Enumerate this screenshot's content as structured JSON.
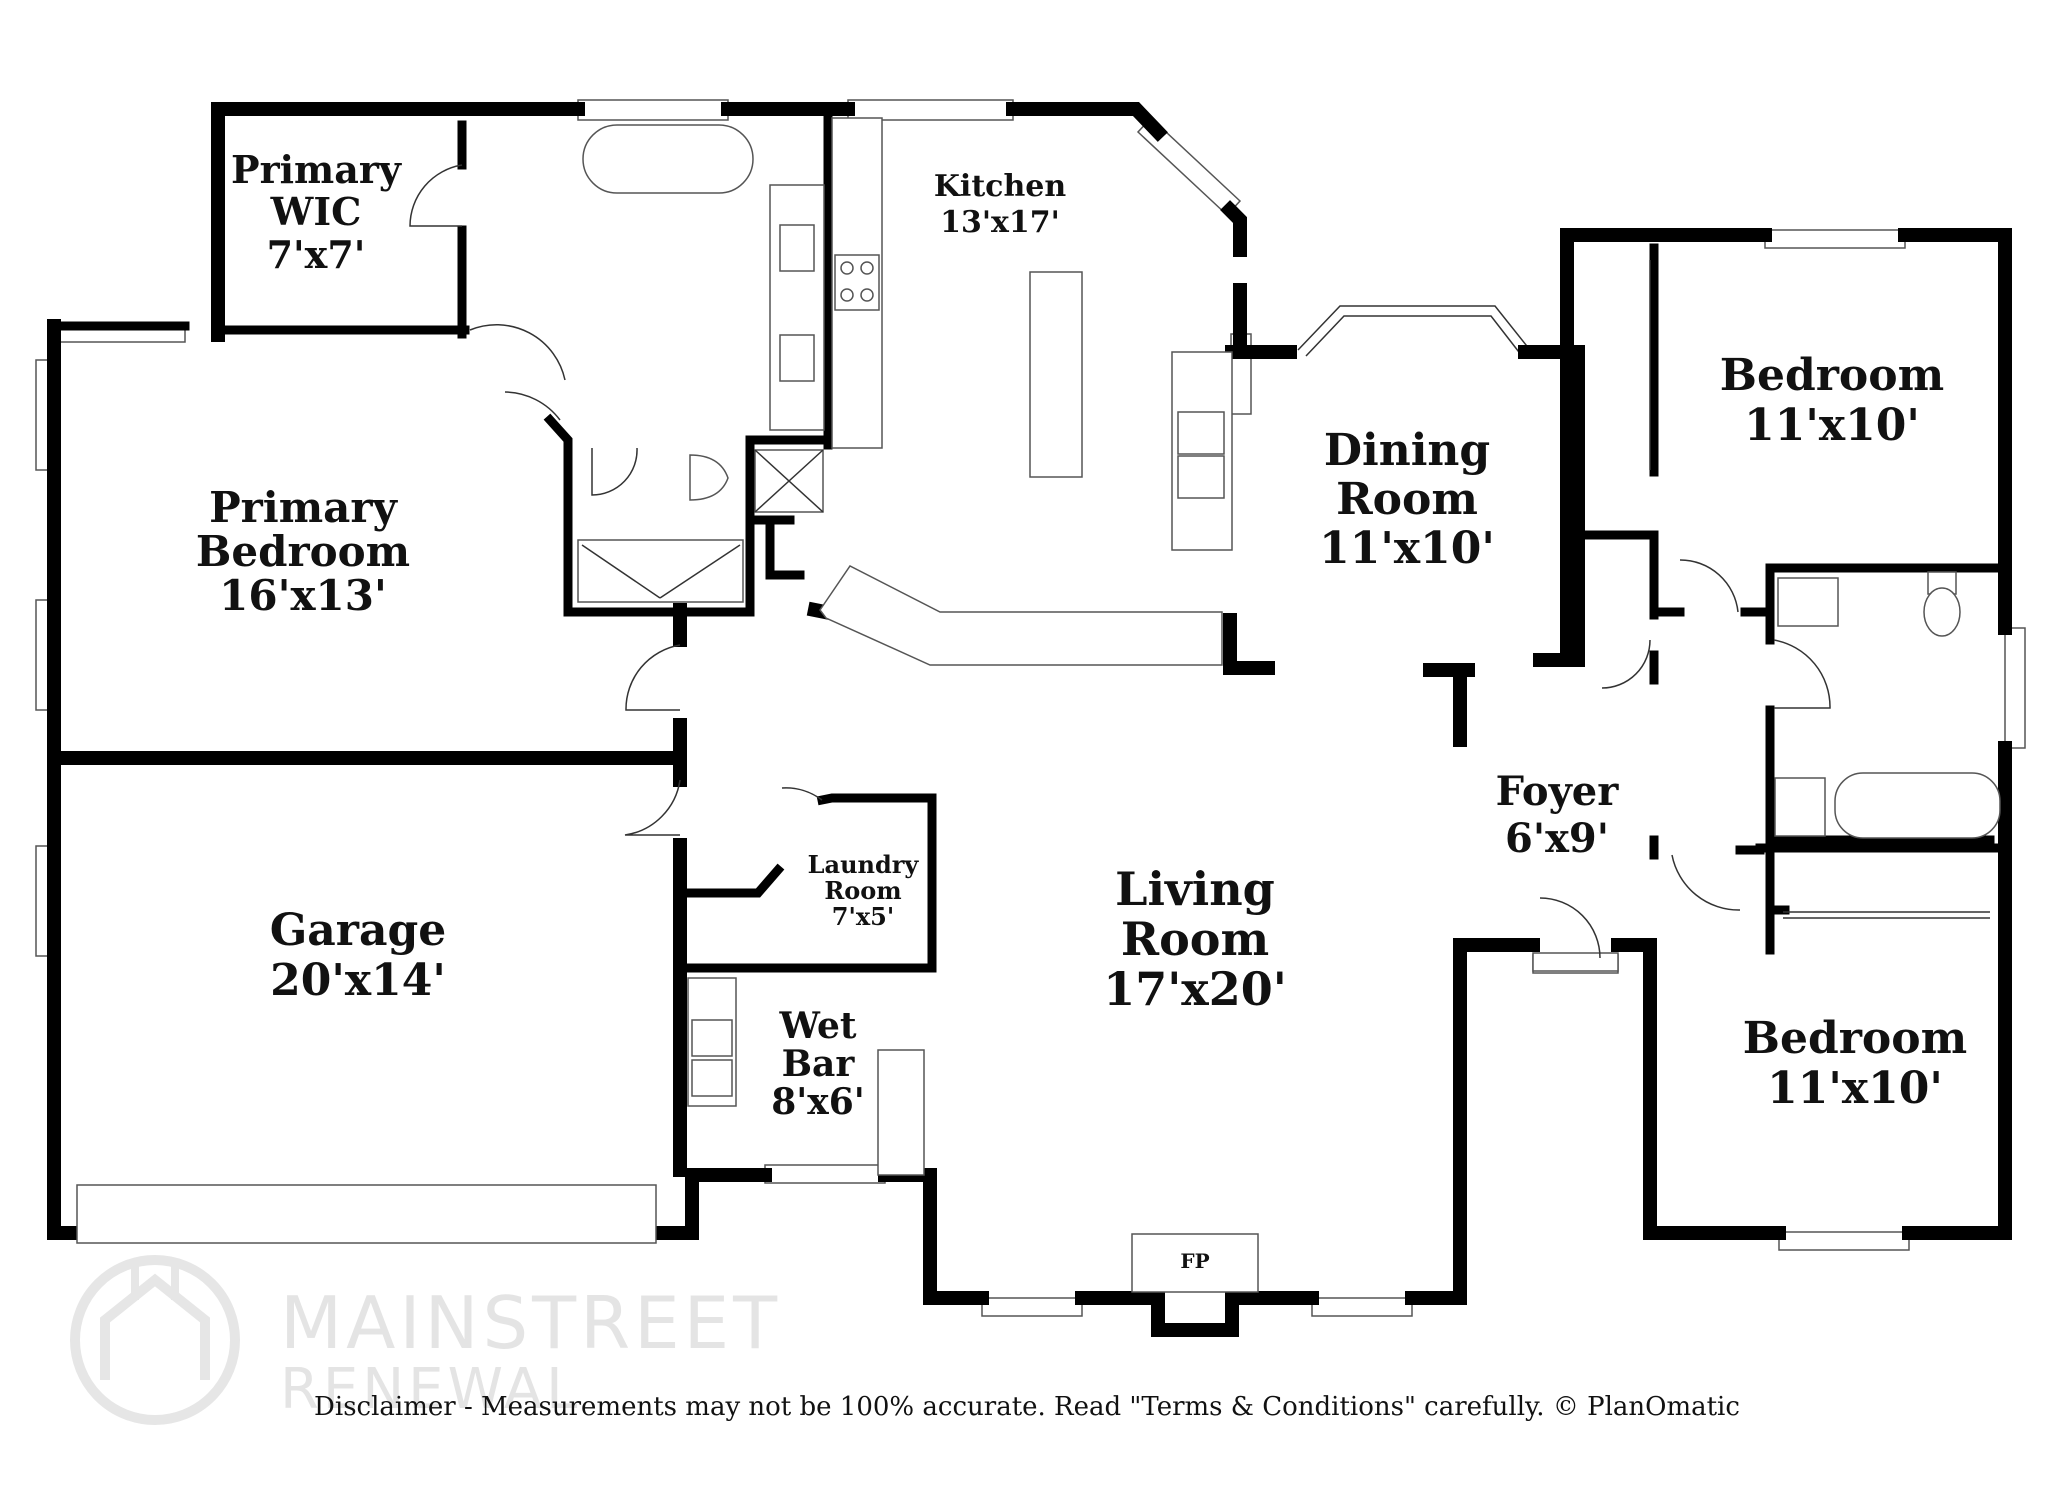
{
  "rooms": {
    "primary_wic": {
      "name_line1": "Primary",
      "name_line2": "WIC",
      "dims": "7'x7'"
    },
    "kitchen": {
      "name": "Kitchen",
      "dims": "13'x17'"
    },
    "dining_room": {
      "name_line1": "Dining",
      "name_line2": "Room",
      "dims": "11'x10'"
    },
    "bedroom_top": {
      "name": "Bedroom",
      "dims": "11'x10'"
    },
    "primary_bedroom": {
      "name_line1": "Primary",
      "name_line2": "Bedroom",
      "dims": "16'x13'"
    },
    "garage": {
      "name": "Garage",
      "dims": "20'x14'"
    },
    "laundry_room": {
      "name_line1": "Laundry",
      "name_line2": "Room",
      "dims": "7'x5'"
    },
    "wet_bar": {
      "name_line1": "Wet",
      "name_line2": "Bar",
      "dims": "8'x6'"
    },
    "living_room": {
      "name_line1": "Living",
      "name_line2": "Room",
      "dims": "17'x20'"
    },
    "foyer": {
      "name": "Foyer",
      "dims": "6'x9'"
    },
    "bedroom_bottom": {
      "name": "Bedroom",
      "dims": "11'x10'"
    }
  },
  "fireplace_label": "FP",
  "watermark": {
    "line1": "MAINSTREET",
    "line2": "RENEWAL"
  },
  "disclaimer": "Disclaimer - Measurements may not be 100% accurate. Read \"Terms & Conditions\" carefully. © PlanOmatic"
}
